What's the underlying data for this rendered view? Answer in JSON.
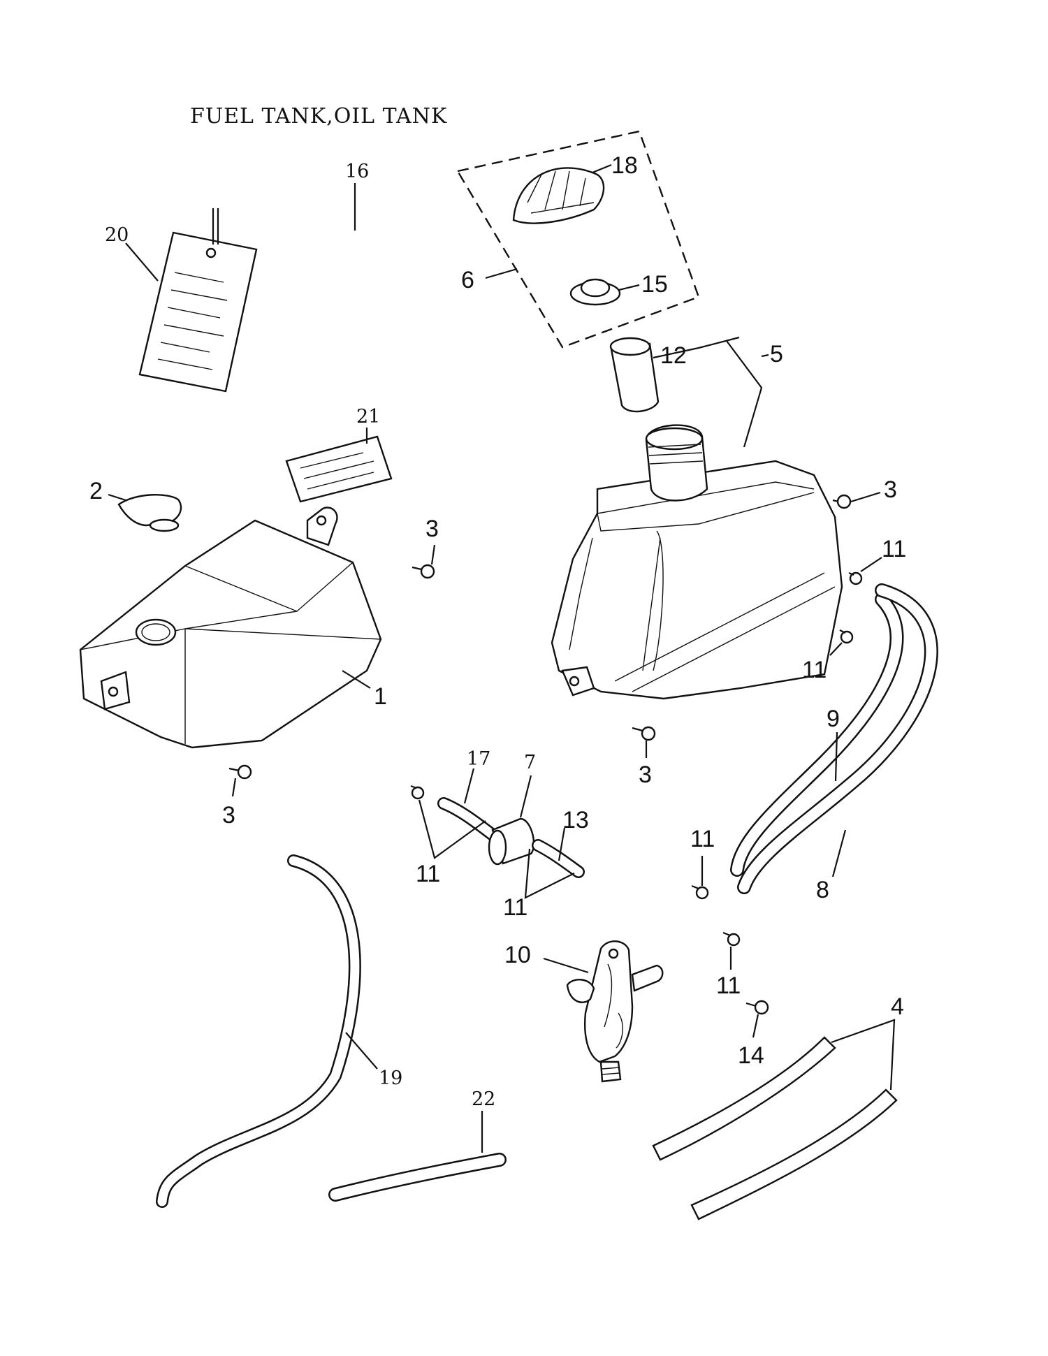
{
  "title": "FUEL TANK,OIL TANK",
  "callouts": {
    "c1": "1",
    "c2": "2",
    "c3a": "3",
    "c3b": "3",
    "c3c": "3",
    "c3d": "3",
    "c4": "4",
    "c5": "5",
    "c6": "6",
    "c7": "7",
    "c8": "8",
    "c9": "9",
    "c10": "10",
    "c11a": "11",
    "c11b": "11",
    "c11c": "11",
    "c11d": "11",
    "c11e": "11",
    "c11f": "11",
    "c12": "12",
    "c13": "13",
    "c14": "14",
    "c15": "15",
    "c16": "16",
    "c17": "17",
    "c18": "18",
    "c19": "19",
    "c20": "20",
    "c21": "21",
    "c22": "22"
  }
}
